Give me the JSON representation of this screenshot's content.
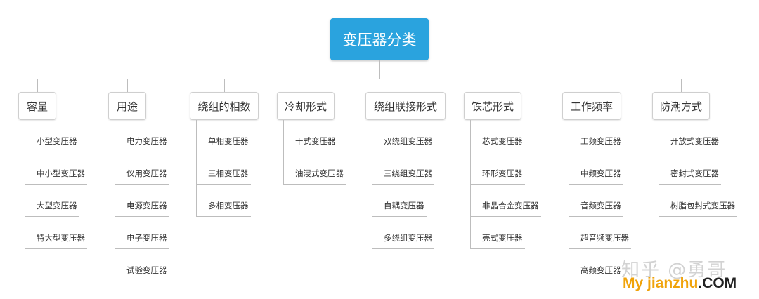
{
  "root": "变压器分类",
  "categories": [
    {
      "label": "容量",
      "items": [
        "小型变压器",
        "中小型变压器",
        "大型变压器",
        "特大型变压器"
      ]
    },
    {
      "label": "用途",
      "items": [
        "电力变压器",
        "仪用变压器",
        "电源变压器",
        "电子变压器",
        "试验变压器"
      ]
    },
    {
      "label": "绕组的相数",
      "items": [
        "单相变压器",
        "三相变压器",
        "多相变压器"
      ]
    },
    {
      "label": "冷却形式",
      "items": [
        "干式变压器",
        "油浸式变压器"
      ]
    },
    {
      "label": "绕组联接形式",
      "items": [
        "双绕组变压器",
        "三绕组变压器",
        "自耦变压器",
        "多绕组变压器"
      ]
    },
    {
      "label": "铁芯形式",
      "items": [
        "芯式变压器",
        "环形变压器",
        "非晶合金变压器",
        "壳式变压器"
      ]
    },
    {
      "label": "工作频率",
      "items": [
        "工频变压器",
        "中频变压器",
        "音频变压器",
        "超音频变压器",
        "高频变压器"
      ]
    },
    {
      "label": "防潮方式",
      "items": [
        "开放式变压器",
        "密封式变压器",
        "树脂包封式变压器"
      ]
    }
  ],
  "watermark": {
    "line1": "知乎 @勇哥",
    "brand": "My jianzhu",
    "suffix": ".COM"
  },
  "colors": {
    "root_bg": "#2aa3de",
    "line": "#bdbdbd",
    "watermark_brand": "#f0a30a"
  }
}
